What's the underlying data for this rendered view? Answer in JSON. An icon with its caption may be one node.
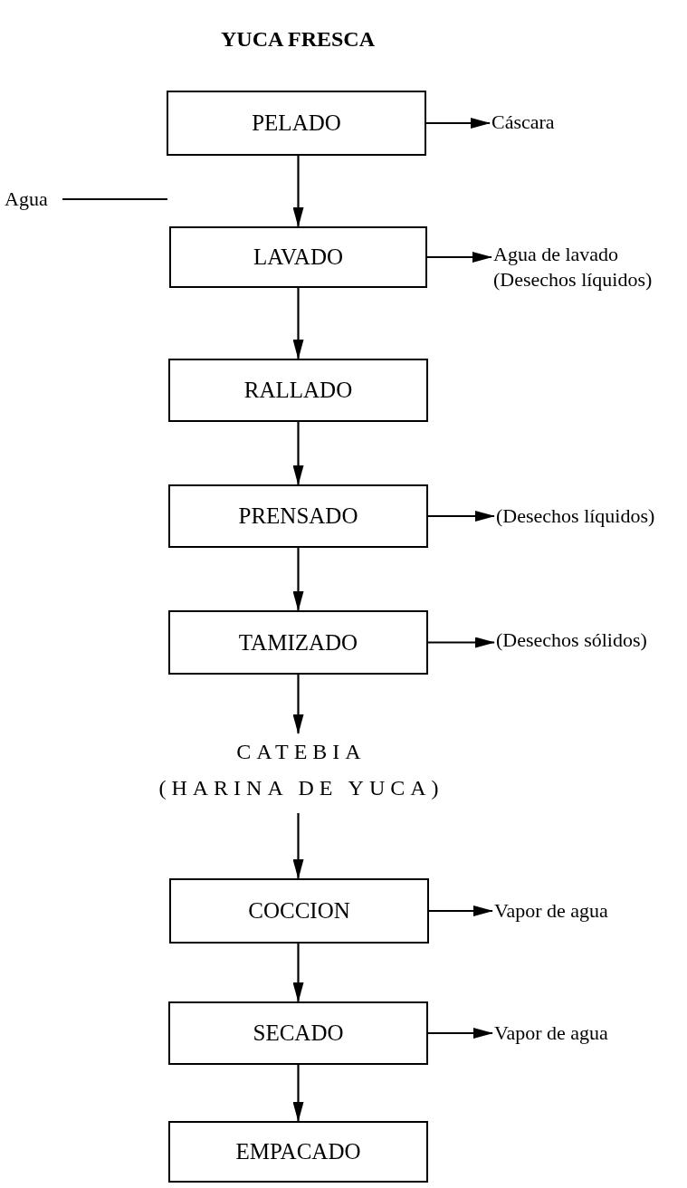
{
  "diagram": {
    "title": "YUCA FRESCA",
    "nodes": [
      {
        "text": [
          "PELADO"
        ]
      },
      {
        "text": [
          "Cáscara"
        ]
      },
      {
        "text": [
          "Agua"
        ]
      },
      {
        "text": [
          "LAVADO"
        ]
      },
      {
        "text": [
          "Agua de lavado (Desechos líquidos)"
        ]
      },
      {
        "text": [
          "RALLADO"
        ]
      },
      {
        "text": [
          "PRENSADO"
        ]
      },
      {
        "text": [
          "(Desechos líquidos)"
        ]
      },
      {
        "text": [
          "TAMIZADO"
        ]
      },
      {
        "text": [
          "(Desechos sólidos)"
        ]
      },
      {
        "text": [
          "CATEBIA",
          "(HARINA DE YUCA)"
        ]
      },
      {
        "text": [
          "COCCION"
        ]
      },
      {
        "text": [
          "Vapor de agua"
        ]
      },
      {
        "text": [
          "SECADO"
        ]
      },
      {
        "text": [
          "Vapor de agua"
        ]
      },
      {
        "text": [
          "EMPACADO"
        ]
      }
    ],
    "edges": [
      {
        "from": 0,
        "to": 1,
        "arrow": "to"
      },
      {
        "from": 0,
        "to": 3,
        "arrow": "to"
      },
      {
        "from": 2,
        "to": 3,
        "arrow": "none"
      },
      {
        "from": 3,
        "to": 4,
        "arrow": "to"
      },
      {
        "from": 3,
        "to": 5,
        "arrow": "to"
      },
      {
        "from": 5,
        "to": 6,
        "arrow": "to"
      },
      {
        "from": 6,
        "to": 7,
        "arrow": "to"
      },
      {
        "from": 6,
        "to": 8,
        "arrow": "to"
      },
      {
        "from": 8,
        "to": 9,
        "arrow": "to"
      },
      {
        "from": 8,
        "to": 10,
        "arrow": "to"
      },
      {
        "from": 10,
        "to": 11,
        "arrow": "to"
      },
      {
        "from": 11,
        "to": 12,
        "arrow": "to"
      },
      {
        "from": 11,
        "to": 13,
        "arrow": "to"
      },
      {
        "from": 13,
        "to": 14,
        "arrow": "to"
      },
      {
        "from": 13,
        "to": 15,
        "arrow": "to"
      }
    ]
  }
}
